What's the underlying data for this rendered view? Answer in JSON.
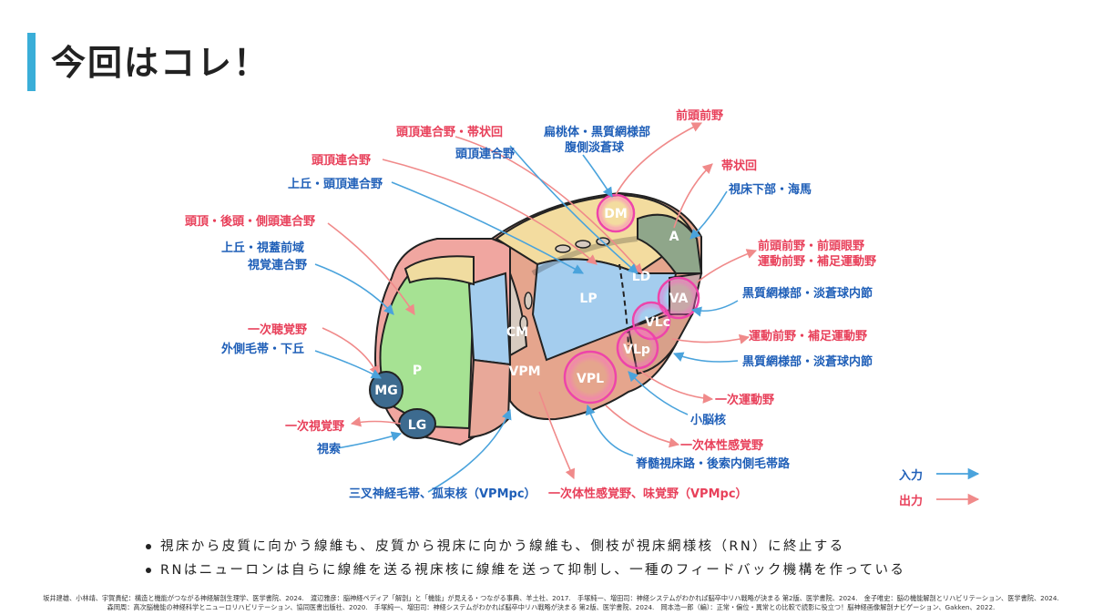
{
  "title": "今回はコレ！",
  "nuclei": {
    "dm": "DM",
    "a": "A",
    "ld": "LD",
    "lp": "LP",
    "va": "VA",
    "vlc": "VLc",
    "vlp": "VLp",
    "vpl": "VPL",
    "vpm": "VPM",
    "cm": "CM",
    "p": "P",
    "mg": "MG",
    "lg": "LG"
  },
  "labels": {
    "l01": "頭頂連合野・帯状回",
    "l02a": "扁桃体・黒質網様部",
    "l02b": "腹側淡蒼球",
    "l03": "前頭前野",
    "l04": "頭頂連合野",
    "l05": "頭頂連合野",
    "l06": "帯状回",
    "l07": "上丘・頭頂連合野",
    "l08": "視床下部・海馬",
    "l09": "頭頂・後頭・側頭連合野",
    "l10a": "前頭前野・前頭眼野",
    "l10b": "運動前野・補足運動野",
    "l11a": "上丘・視蓋前域",
    "l11b": "視覚連合野",
    "l12": "黒質網様部・淡蒼球内節",
    "l13": "一次聴覚野",
    "l14": "運動前野・補足運動野",
    "l15": "外側毛帯・下丘",
    "l16": "黒質網様部・淡蒼球内節",
    "l17": "一次運動野",
    "l18": "小脳核",
    "l19": "一次視覚野",
    "l20": "一次体性感覚野",
    "l21": "視索",
    "l22": "脊髄視床路・後索内側毛帯路",
    "l23": "三叉神経毛帯、孤束核（VPMpc）",
    "l24": "一次体性感覚野、味覚野（VPMpc）"
  },
  "legend": {
    "input": "入力",
    "output": "出力",
    "input_color": "#4aa3dc",
    "output_color": "#f08a8a"
  },
  "bullets": [
    "視床から皮質に向かう線維も、皮質から視床に向かう線維も、側枝が視床網様核（RN）に終止する",
    "RNはニューロンは自らに線維を送る視床核に線維を送って抑制し、一種のフィードバック機構を作っている"
  ],
  "references": [
    "坂井建雄、小林靖、宇賀貴紀：構造と機能がつながる神経解剖生理学、医学書院、2024.　渡辺雅彦：脳神経ペディア「解剖」と「機能」が見える・つながる事典、羊土社、2017.　手塚純一、増田司：神経システムがわかれば脳卒中リハ戦略が決まる 第2版、医学書院、2024.　金子唯史：脳の機能解剖とリハビリテーション、医学書院、2024.",
    "森岡周：高次脳機能の神経科学とニューロリハビリテーション、協同医書出版社、2020.　手塚純一、増田司：神経システムがわかれば脳卒中リハ戦略が決まる 第2版、医学書院、2024.　岡本浩一郎（編）：正常・偏位・異常との比較で読影に役立つ！脳神経画像解剖ナビゲーション、Gakken、2022."
  ]
}
